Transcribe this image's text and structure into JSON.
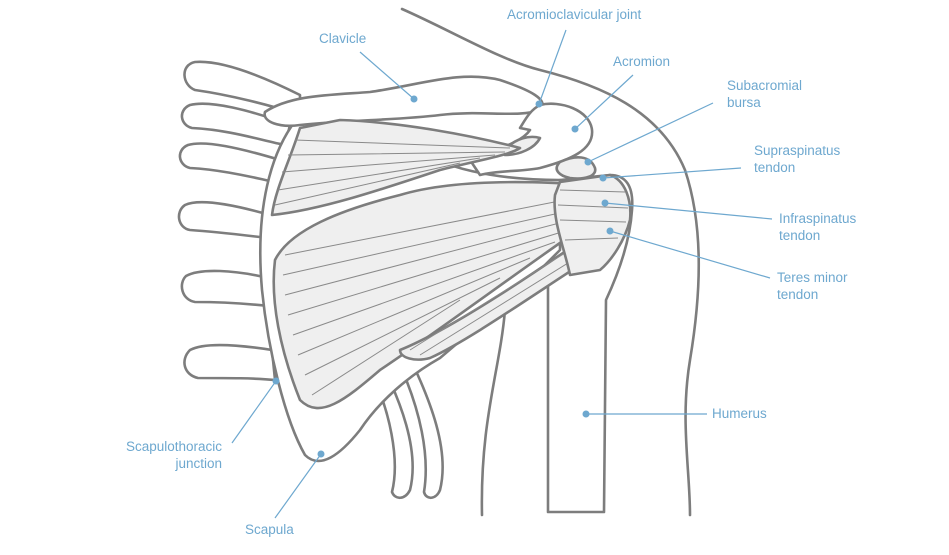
{
  "labels": {
    "clavicle": "Clavicle",
    "ac_joint": "Acromioclavicular joint",
    "acromion": "Acromion",
    "subacromial_bursa": [
      "Subacromial",
      "bursa"
    ],
    "supraspinatus_tendon": [
      "Supraspinatus",
      "tendon"
    ],
    "infraspinatus_tendon": [
      "Infraspinatus",
      "tendon"
    ],
    "teres_minor_tendon": [
      "Teres minor",
      "tendon"
    ],
    "humerus": "Humerus",
    "scapulothoracic_junction": [
      "Scapulothoracic",
      "junction"
    ],
    "scapula": "Scapula"
  },
  "colors": {
    "label": "#6ea8cf",
    "outline": "#7d7d7d",
    "muscle_fill": "#efefef"
  }
}
